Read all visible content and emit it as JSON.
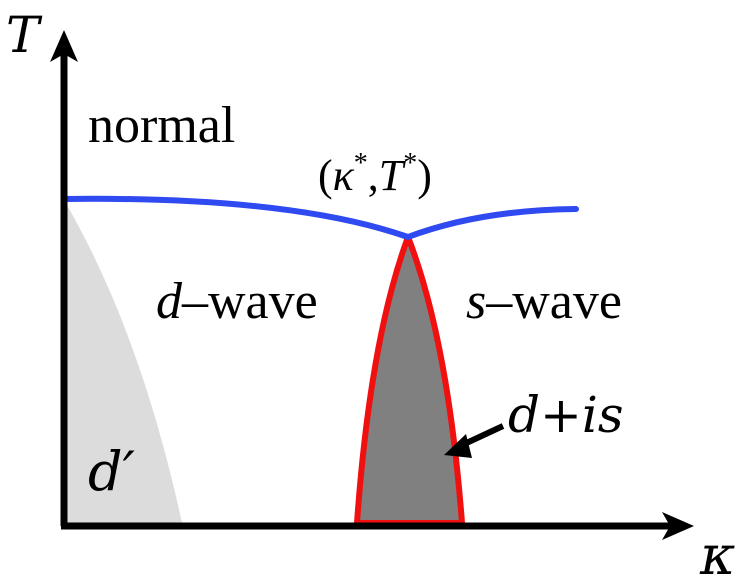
{
  "axes": {
    "y_label": "T",
    "x_label": "κ"
  },
  "regions": {
    "normal": "normal",
    "d_wave_d": "d",
    "d_wave_rest": "–wave",
    "s_wave_s": "s",
    "s_wave_rest": "–wave",
    "d_prime": "d′",
    "d_is_d": "d",
    "d_is_plus": "+",
    "d_is_is": "is"
  },
  "critical_point": {
    "open": "(",
    "kappa": "κ",
    "star1": "*",
    "comma": ",",
    "t": "T",
    "star2": "*",
    "close": ")"
  },
  "colors": {
    "transition_line": "#2f4af0",
    "dis_boundary": "#f01010",
    "dis_fill": "#808080",
    "dprime_fill": "#dcdcdc",
    "axis": "#000000"
  }
}
